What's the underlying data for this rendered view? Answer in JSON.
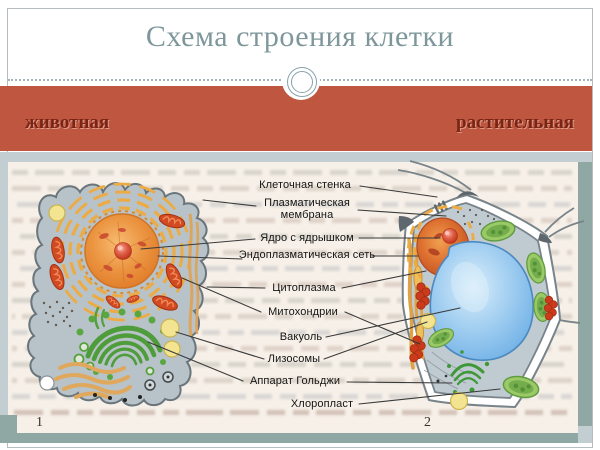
{
  "slide": {
    "title": "Схема строения клетки",
    "cell_types": {
      "left": "животная",
      "right": "растительная"
    },
    "colors": {
      "accent_band": "#bf5740",
      "title_text": "#7e979b",
      "band_text": "#7a2414",
      "figure_frame": "#c3ced2",
      "figure_edge_teal": "#8fa8a4",
      "scanned_page": "#f6f0e8",
      "cytoplasm_gray": "#b7c3c9",
      "nucleus_orange": "#e8913f",
      "vacuole_blue": "#7ab8e8",
      "chloroplast_green": "#9cc968",
      "mitochondria_red": "#d14a22"
    }
  },
  "figure": {
    "labels": [
      "Клеточная стенка",
      "Плазматическая мембрана",
      "Ядро с ядрышком",
      "Эндоплазматическая сеть",
      "Цитоплазма",
      "Митохондрии",
      "Вакуоль",
      "Лизосомы",
      "Аппарат Гольджи",
      "Хлоропласт"
    ],
    "panel_numbers": {
      "animal": "1",
      "plant": "2"
    }
  }
}
